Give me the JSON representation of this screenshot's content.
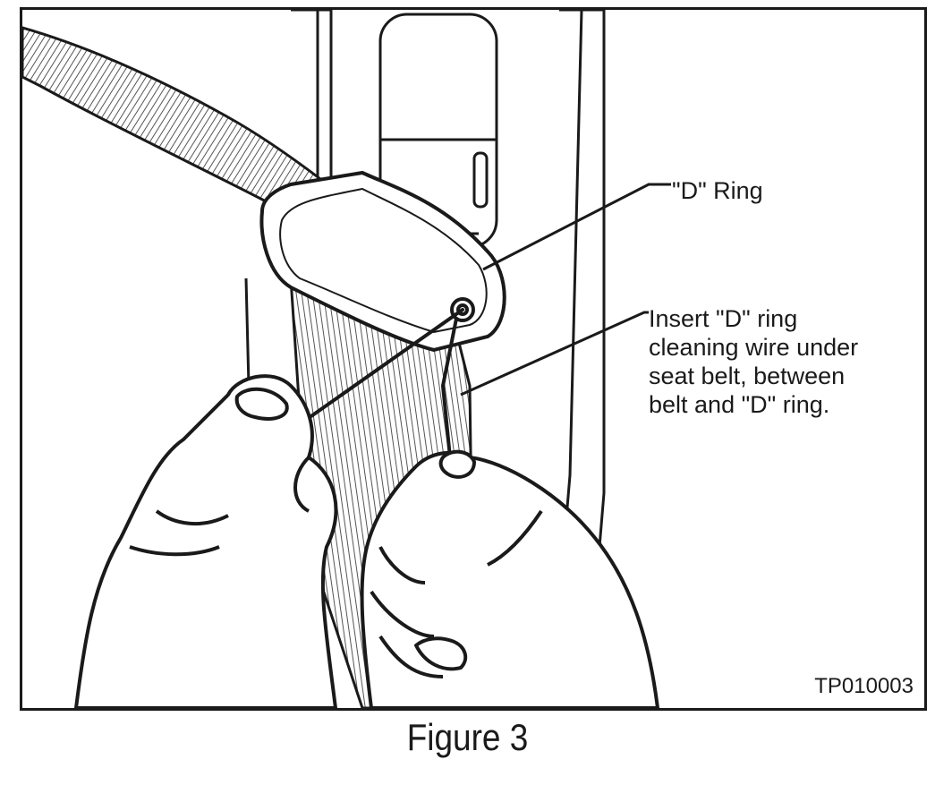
{
  "figure": {
    "caption": "Figure 3",
    "code": "TP010003"
  },
  "callouts": {
    "d_ring": "\"D\" Ring",
    "instruction_lines": [
      "Insert \"D\" ring",
      "cleaning wire under",
      "seat belt, between",
      "belt and \"D\" ring."
    ]
  },
  "colors": {
    "ink": "#1a1a1a",
    "paper": "#ffffff"
  }
}
